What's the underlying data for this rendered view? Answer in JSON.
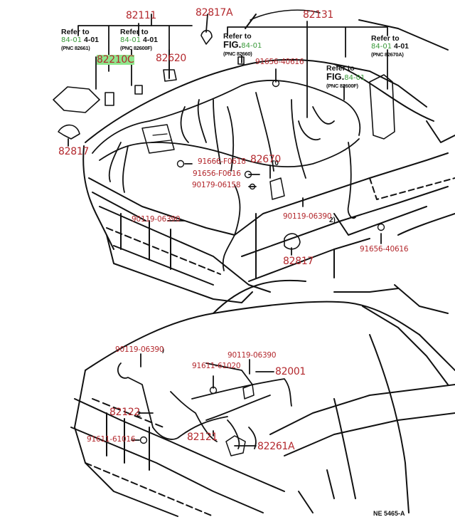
{
  "diagram": {
    "title": "Engine room wire harness illustration",
    "code": "NE 5465-A",
    "colors": {
      "part_label": "#b3282d",
      "ref_link": "#3a9a3a",
      "highlight": "#8ee68c",
      "line": "#111111"
    },
    "refs": [
      {
        "lead": "Refer to",
        "fig_prefix": "",
        "fig": "84-01",
        "suffix": "4-01",
        "pnc": "(PNC 82661)"
      },
      {
        "lead": "Refer to",
        "fig_prefix": "",
        "fig": "84-01",
        "suffix": "4-01",
        "pnc": "(PNC 82600F)"
      },
      {
        "lead": "Refer to",
        "fig_prefix": "FIG.",
        "fig": "84-01",
        "suffix": "",
        "pnc": "(PNC 82660)"
      },
      {
        "lead": "Refer to",
        "fig_prefix": "FIG.",
        "fig": "84-01",
        "suffix": "",
        "pnc": "(PNC 82600F)"
      },
      {
        "lead": "Refer to",
        "fig_prefix": "",
        "fig": "84-01",
        "suffix": "4-01",
        "pnc": "(PNC 82670A)"
      }
    ],
    "upper_parts": [
      {
        "id": "82111",
        "text": "82111"
      },
      {
        "id": "82817A",
        "text": "82817A"
      },
      {
        "id": "82131",
        "text": "82131"
      },
      {
        "id": "82210C",
        "text": "82210C",
        "highlighted": true
      },
      {
        "id": "82620",
        "text": "82620"
      },
      {
        "id": "91656-40616-a",
        "text": "91656-40616"
      },
      {
        "id": "82817-left",
        "text": "82817"
      },
      {
        "id": "91666-F0618",
        "text": "91666-F0618"
      },
      {
        "id": "82670",
        "text": "82670"
      },
      {
        "id": "91656-F0616",
        "text": "91656-F0616"
      },
      {
        "id": "90179-06158",
        "text": "90179-06158"
      },
      {
        "id": "90119-06390-a",
        "text": "90119-06390"
      },
      {
        "id": "90119-06390-b",
        "text": "90119-06390"
      },
      {
        "id": "82817-right",
        "text": "82817"
      },
      {
        "id": "91656-40616-b",
        "text": "91656-40616"
      }
    ],
    "lower_parts": [
      {
        "id": "90119-06390-c",
        "text": "90119-06390"
      },
      {
        "id": "90119-06390-d",
        "text": "90119-06390"
      },
      {
        "id": "91611-61020",
        "text": "91611-61020"
      },
      {
        "id": "82001",
        "text": "82001"
      },
      {
        "id": "82122",
        "text": "82122"
      },
      {
        "id": "82121",
        "text": "82121"
      },
      {
        "id": "91611-61016",
        "text": "91611-61016"
      },
      {
        "id": "82261A",
        "text": "82261A"
      }
    ],
    "stray_marks": [
      "2",
      "2",
      "0",
      "12.",
      "2"
    ]
  }
}
